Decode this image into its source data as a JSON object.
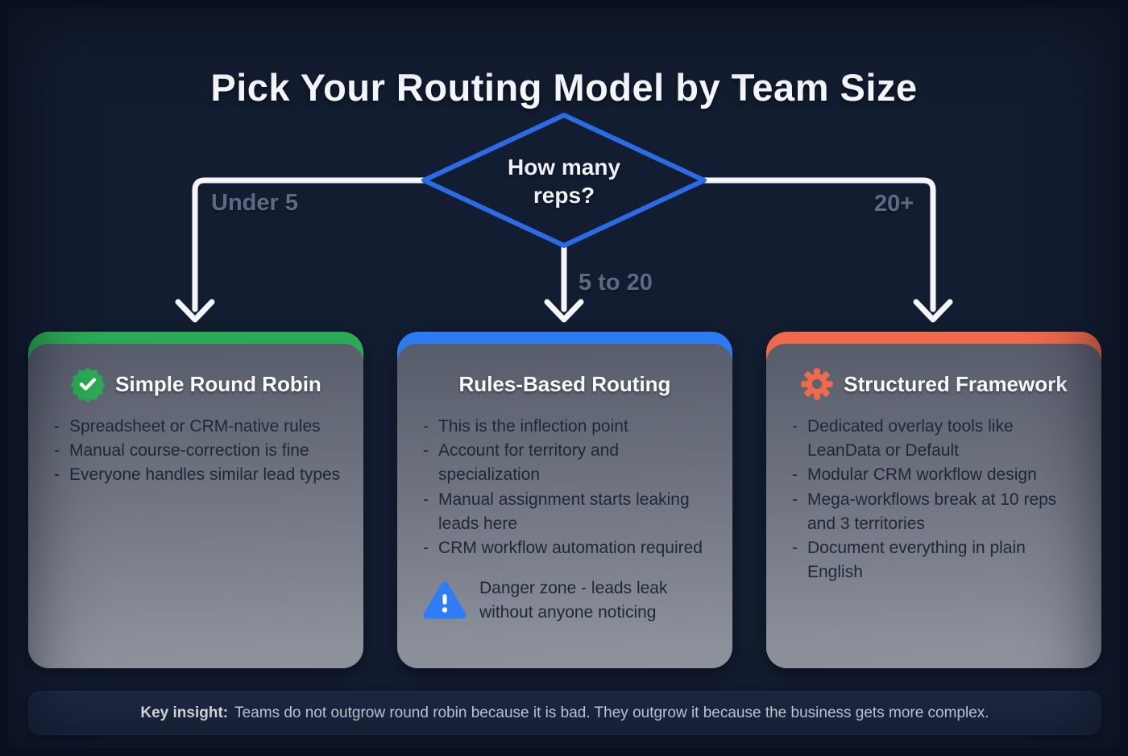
{
  "title": "Pick Your Routing Model by Team Size",
  "decision": {
    "question": "How many reps?"
  },
  "branches": [
    {
      "label": "Under 5"
    },
    {
      "label": "5 to 20"
    },
    {
      "label": "20+"
    }
  ],
  "cards": [
    {
      "title": "Simple Round Robin",
      "icon": "verified-badge-icon",
      "accent": "#2bab55",
      "bullets": [
        "Spreadsheet or CRM-native rules",
        "Manual course-correction is fine",
        "Everyone handles similar lead types"
      ]
    },
    {
      "title": "Rules-Based Routing",
      "icon": null,
      "accent": "#2b7bf3",
      "bullets": [
        "This is the inflection point",
        "Account for territory and specialization",
        "Manual assignment starts leaking leads here",
        "CRM workflow automation required"
      ],
      "warning": "Danger zone - leads leak without anyone noticing"
    },
    {
      "title": "Structured Framework",
      "icon": "gear-icon",
      "accent": "#ef6a4b",
      "bullets": [
        "Dedicated overlay tools like LeanData or Default",
        "Modular CRM workflow design",
        "Mega-workflows break at 10 reps and 3 territories",
        "Document everything in plain English"
      ]
    }
  ],
  "key_insight": {
    "label": "Key insight:",
    "text": "Teams do not outgrow round robin because it is bad. They outgrow it because the business gets more complex."
  },
  "colors": {
    "background": "#131d31",
    "diamond_stroke": "#2b6be6",
    "connector": "#f4f6fa",
    "branch_label": "#5e6a83",
    "bullet_text": "#1e2738",
    "warning_icon": "#2e7cf6",
    "insight_bar": "#1e2a46"
  }
}
